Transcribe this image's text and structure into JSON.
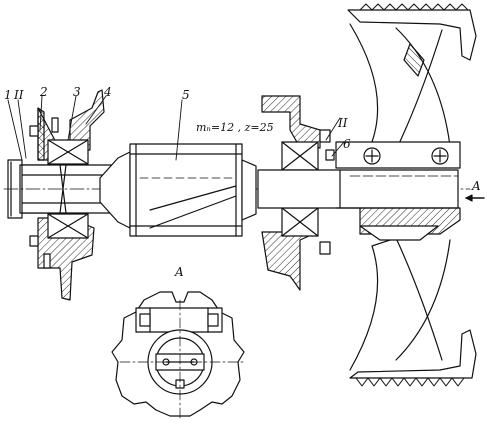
{
  "callouts": {
    "c1": "1",
    "c2": "II",
    "c3": "2",
    "c4": "3",
    "c5": "4",
    "c6": "5",
    "c7": "II",
    "c8": "6"
  },
  "formula": "mₙ=12 , z=25",
  "view_label": "A",
  "arrow_label": "A",
  "colors": {
    "ink": "#111111",
    "paper": "#ffffff"
  }
}
